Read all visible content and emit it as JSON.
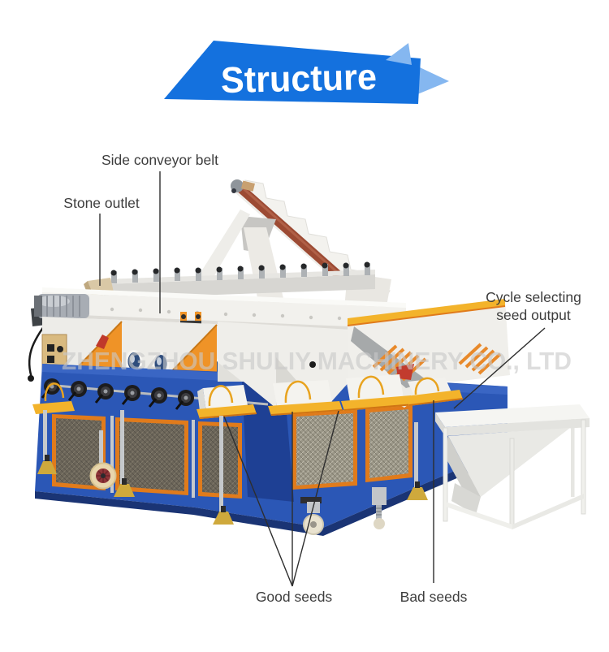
{
  "banner": {
    "title": "Structure",
    "main_color": "#1471de",
    "accent_color": "#85b7f0",
    "text_color": "#ffffff"
  },
  "watermark": {
    "text": "ZHENGZHOU SHULIY MACHINERY CO., LTD",
    "color": "#c9c9c9"
  },
  "labels": {
    "side_conveyor_belt": "Side conveyor belt",
    "stone_outlet": "Stone outlet",
    "cycle_selecting_line1": "Cycle selecting",
    "cycle_selecting_line2": "seed output",
    "good_seeds": "Good seeds",
    "bad_seeds": "Bad seeds"
  },
  "machine": {
    "colors": {
      "body_blue": "#2b57b6",
      "panel_white": "#f1f0ec",
      "frame_orange": "#ef9327",
      "trim_yellow": "#f3b32b",
      "belt_brown": "#9c4a33",
      "wheel_hub_red": "#8e3438",
      "foot_gold": "#d2ab3e",
      "mesh_gray": "#6b6559"
    }
  }
}
